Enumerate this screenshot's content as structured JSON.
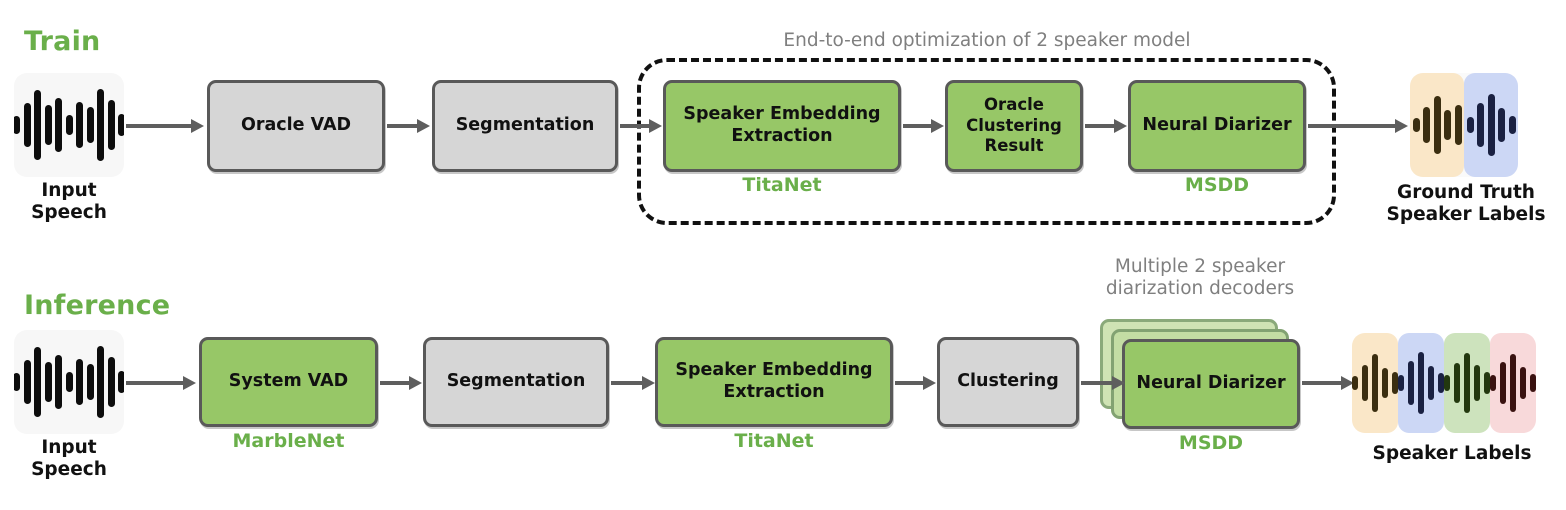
{
  "figure": {
    "title": "Speaker diarization train and inference pipeline",
    "accent_green": "#6aaf4a",
    "box_green": "#97c767",
    "box_gray": "#d6d6d6",
    "annotation_gray": "#7f7f7f"
  },
  "train": {
    "stage_label": "Train",
    "input_caption": "Input\nSpeech",
    "output_caption": "Ground Truth\nSpeaker Labels",
    "group_annotation": "End-to-end optimization of 2 speaker model",
    "boxes": [
      {
        "label": "Oracle VAD",
        "style": "gray",
        "model": ""
      },
      {
        "label": "Segmentation",
        "style": "gray",
        "model": ""
      },
      {
        "label": "Speaker Embedding\nExtraction",
        "style": "green",
        "model": "TitaNet"
      },
      {
        "label": "Oracle\nClustering\nResult",
        "style": "green",
        "model": ""
      },
      {
        "label": "Neural\nDiarizer",
        "style": "green",
        "model": "MSDD"
      }
    ]
  },
  "inference": {
    "stage_label": "Inference",
    "input_caption": "Input\nSpeech",
    "output_caption": "Speaker Labels",
    "stack_annotation": "Multiple 2 speaker\ndiarization decoders",
    "boxes": [
      {
        "label": "System VAD",
        "style": "green",
        "model": "MarbleNet"
      },
      {
        "label": "Segmentation",
        "style": "gray",
        "model": ""
      },
      {
        "label": "Speaker Embedding\nExtraction",
        "style": "green",
        "model": "TitaNet"
      },
      {
        "label": "Clustering",
        "style": "gray",
        "model": ""
      },
      {
        "label": "Neural\nDiarizer",
        "style": "green",
        "model": "MSDD"
      }
    ]
  },
  "waveforms": {
    "input_bar_color": "#0d0d0d",
    "input_bar_heights": [
      18,
      44,
      70,
      40,
      54,
      20,
      46,
      36,
      72,
      50,
      22
    ],
    "ground_truth_segments": [
      {
        "name": "speaker-1",
        "background": "#fae7c8",
        "bar_color": "#3b2e10",
        "bar_heights": [
          14,
          36,
          58,
          30,
          40
        ]
      },
      {
        "name": "speaker-2",
        "background": "#ccd7f5",
        "bar_color": "#1a2142",
        "bar_heights": [
          16,
          44,
          62,
          34,
          18
        ]
      }
    ],
    "predicted_segments": [
      {
        "name": "speaker-1",
        "background": "#fae7c8",
        "bar_color": "#3b2e10",
        "bar_heights": [
          14,
          36,
          58,
          30,
          22
        ]
      },
      {
        "name": "speaker-2",
        "background": "#ccd7f5",
        "bar_color": "#1a2142",
        "bar_heights": [
          16,
          44,
          62,
          34,
          20
        ]
      },
      {
        "name": "speaker-3",
        "background": "#cde3bd",
        "bar_color": "#23380f",
        "bar_heights": [
          16,
          40,
          60,
          36,
          22
        ]
      },
      {
        "name": "speaker-4",
        "background": "#f8d9da",
        "bar_color": "#3a1210",
        "bar_heights": [
          16,
          42,
          58,
          32,
          18
        ]
      }
    ]
  },
  "icons": {
    "input_speech": "waveform-icon",
    "speaker_labels": "colored-waveform-icon",
    "arrow": "arrow-right-icon"
  }
}
